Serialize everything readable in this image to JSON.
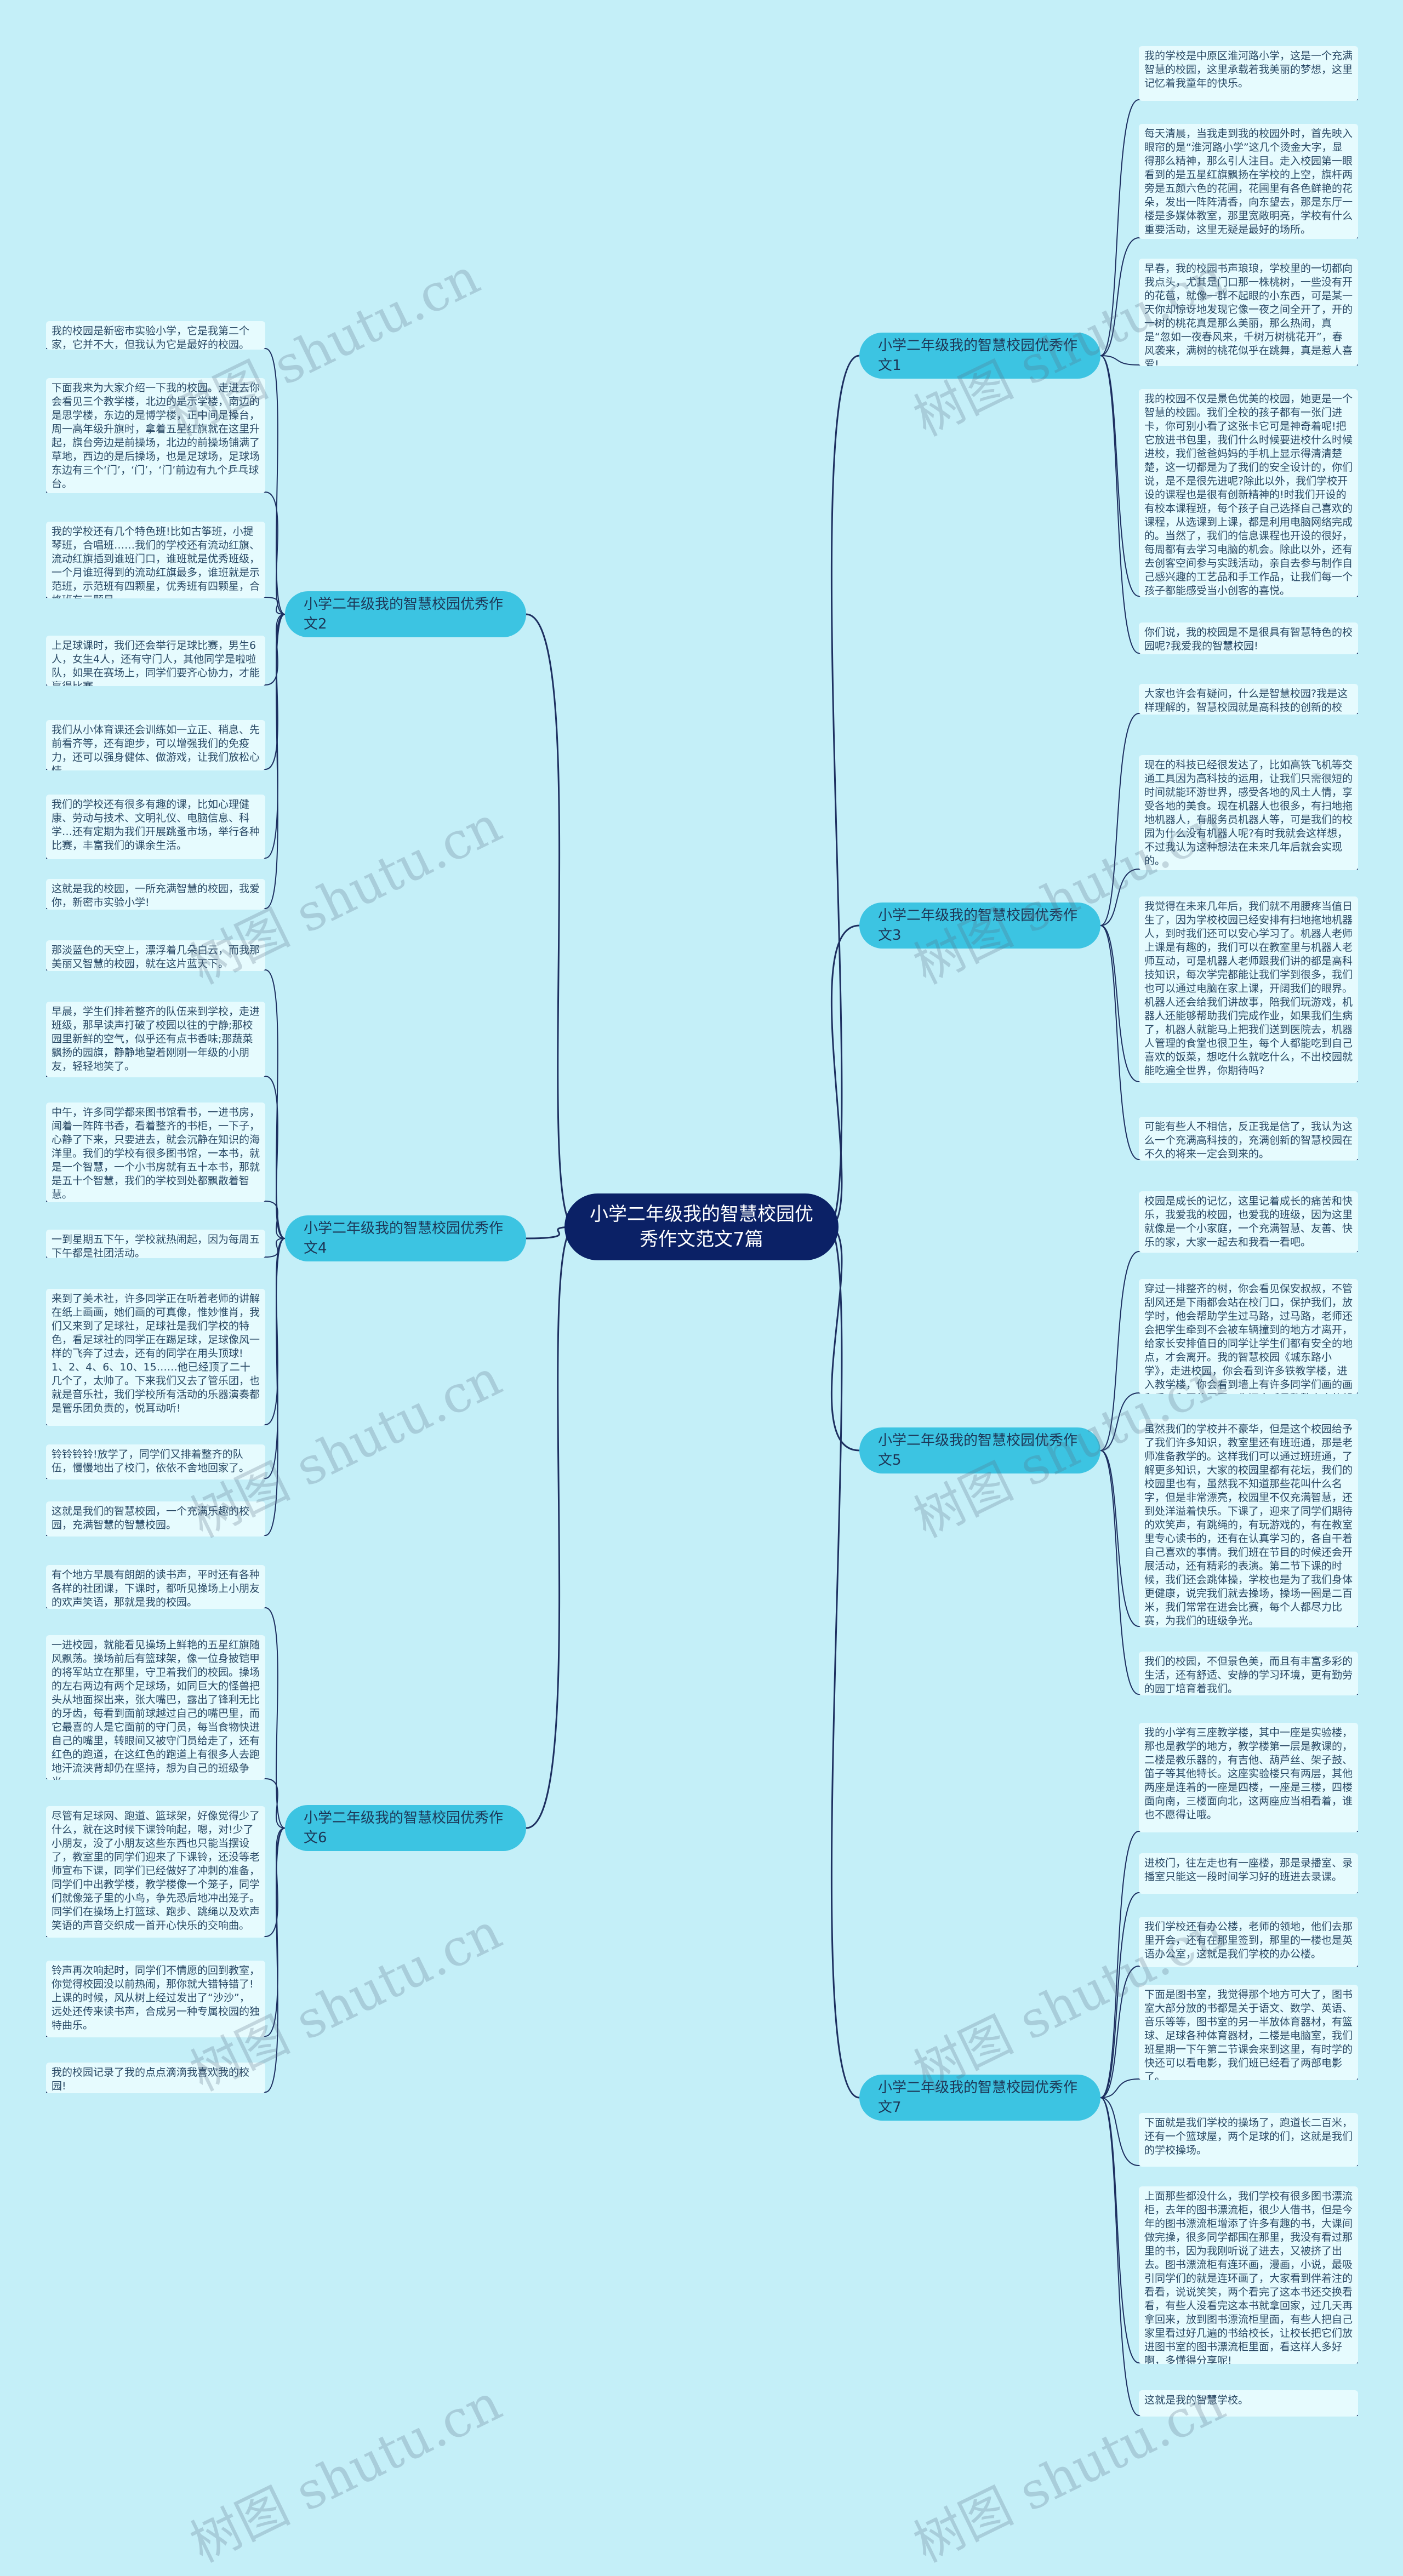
{
  "root": {
    "label": "小学二年级我的智慧校园优秀作文范文7篇"
  },
  "branches": [
    {
      "label": "小学二年级我的智慧校园优秀作文1",
      "leaves": [
        "我的学校是中原区淮河路小学，这是一个充满智慧的校园，这里承载着我美丽的梦想，这里记忆着我童年的快乐。",
        "每天清晨，当我走到我的校园外时，首先映入眼帘的是“淮河路小学”这几个烫金大字，显得那么精神，那么引人注目。走入校园第一眼看到的是五星红旗飘扬在学校的上空，旗杆两旁是五颜六色的花圃，花圃里有各色鲜艳的花朵，发出一阵阵清香，向东望去，那是东厅一楼是多媒体教室，那里宽敞明亮，学校有什么重要活动，这里无疑是最好的场所。",
        "早春，我的校园书声琅琅，学校里的一切都向我点头，尤其是门口那一株桃树，一些没有开的花苞，就像一群不起眼的小东西，可是某一天你却惊讶地发现它像一夜之间全开了，开的一树的桃花真是那么美丽，那么热闹，真是“忽如一夜春风来，千树万树桃花开”，春风袭来，满树的桃花似乎在跳舞，真是惹人喜爱!",
        "我的校园不仅是景色优美的校园，她更是一个智慧的校园。我们全校的孩子都有一张门进卡，你可别小看了这张卡它可是神奇着呢!把它放进书包里，我们什么时候要进校什么时候进校，我们爸爸妈妈的手机上显示得清清楚楚，这一切都是为了我们的安全设计的，你们说，是不是很先进呢?除此以外，我们学校开设的课程也是很有创新精神的!时我们开设的有校本课程班，每个孩子自己选择自己喜欢的课程，从选课到上课，都是利用电脑网络完成的。当然了，我们的信息课程也开设的很好，每周都有去学习电脑的机会。除此以外，还有去创客空间参与实践活动，亲自去参与制作自己感兴趣的工艺品和手工作品，让我们每一个孩子都能感受当小创客的喜悦。",
        "你们说，我的校园是不是很具有智慧特色的校园呢?我爱我的智慧校园!"
      ]
    },
    {
      "label": "小学二年级我的智慧校园优秀作文2",
      "leaves": [
        "我的校园是新密市实验小学，它是我第二个家，它并不大，但我认为它是最好的校园。",
        "下面我来为大家介绍一下我的校园。走进去你会看见三个教学楼，北边的是示学楼，南边的是思学楼，东边的是博学楼，正中间是操台，周一高年级升旗时，拿着五星红旗就在这里升起，旗台旁边是前操场，北边的前操场铺满了草地，西边的是后操场，也是足球场，足球场东边有三个‘门’，‘门’，‘门’前边有九个乒乓球台。",
        "我的学校还有几个特色班!比如古筝班，小提琴班，合唱班……我们的学校还有流动红旗、流动红旗插到谁班门口，谁班就是优秀班级，一个月谁班得到的流动红旗最多，谁班就是示范班，示范班有四颗星，优秀班有四颗星，合格班有三颗星。",
        "上足球课时，我们还会举行足球比赛，男生6人，女生4人，还有守门人，其他同学是啦啦队，如果在赛场上，同学们要齐心协力，才能赢得比赛。",
        "我们从小体育课还会训练如一立正、稍息、先前看齐等，还有跑步，可以增强我们的免疫力，还可以强身健体、做游戏，让我们放松心情。",
        "我们的学校还有很多有趣的课，比如心理健康、劳动与技术、文明礼仪、电脑信息、科学…还有定期为我们开展跳蚤市场，举行各种比赛，丰富我们的课余生活。",
        "这就是我的校园，一所充满智慧的校园，我爱你，新密市实验小学!"
      ]
    },
    {
      "label": "小学二年级我的智慧校园优秀作文3",
      "leaves": [
        "大家也许会有疑问，什么是智慧校园?我是这样理解的，智慧校园就是高科技的创新的校园。",
        "现在的科技已经很发达了，比如高铁飞机等交通工具因为高科技的运用，让我们只需很短的时间就能环游世界，感受各地的风土人情，享受各地的美食。现在机器人也很多，有扫地拖地机器人，有服务员机器人等，可是我们的校园为什么没有机器人呢?有时我就会这样想，不过我认为这种想法在未来几年后就会实现的。",
        "我觉得在未来几年后，我们就不用腰疼当值日生了，因为学校校园已经安排有扫地拖地机器人，到时我们还可以安心学习了。机器人老师上课是有趣的，我们可以在教室里与机器人老师互动，可是机器人老师跟我们讲的都是高科技知识，每次学完都能让我们学到很多，我们也可以通过电脑在家上课，开阔我们的眼界。机器人还会给我们讲故事，陪我们玩游戏，机器人还能够帮助我们完成作业，如果我们生病了，机器人就能马上把我们送到医院去，机器人管理的食堂也很卫生，每个人都能吃到自己喜欢的饭菜，想吃什么就吃什么，不出校园就能吃遍全世界，你期待吗?",
        "可能有些人不相信，反正我是信了，我认为这么一个充满高科技的，充满创新的智慧校园在不久的将来一定会到来的。"
      ]
    },
    {
      "label": "小学二年级我的智慧校园优秀作文4",
      "leaves": [
        "那淡蓝色的天空上，漂浮着几朵白云，而我那美丽又智慧的校园，就在这片蓝天下。",
        "早晨，学生们排着整齐的队伍来到学校，走进班级，那早读声打破了校园以往的宁静;那校园里新鲜的空气，似乎还有点书香味;那蔬菜飘扬的园旗，静静地望着刚刚一年级的小朋友，轻轻地笑了。",
        "中午，许多同学都来图书馆看书，一进书房，闻着一阵阵书香，看着整齐的书柜，一下子，心静了下来，只要进去，就会沉静在知识的海洋里。我们的学校有很多图书馆，一本书，就是一个智慧，一个小书房就有五十本书，那就是五十个智慧，我们的学校到处都飘散着智慧。",
        "一到星期五下午，学校就热闹起，因为每周五下午都是社团活动。",
        "来到了美术社，许多同学正在听着老师的讲解在纸上画画，她们画的可真像，惟妙惟肖，我们又来到了足球社，足球社是我们学校的特色，看足球社的同学正在踢足球，足球像风一样的飞奔了过去，还有的同学在用头顶球!1、2、4、6、10、15……他已经顶了二十几个了，太帅了。下来我们又去了管乐团，也就是音乐社，我们学校所有活动的乐器演奏都是管乐团负责的，悦耳动听!",
        "铃铃铃铃!放学了，同学们又排着整齐的队伍，慢慢地出了校门，依依不舍地回家了。",
        "这就是我们的智慧校园，一个充满乐趣的校园，充满智慧的智慧校园。"
      ]
    },
    {
      "label": "小学二年级我的智慧校园优秀作文5",
      "leaves": [
        "校园是成长的记忆，这里记着成长的痛苦和快乐，我爱我的校园，也爱我的班级，因为这里就像是一个小家庭，一个充满智慧、友善、快乐的家，大家一起去和我看一看吧。",
        "穿过一排整齐的树，你会看见保安叔叔，不管刮风还是下雨都会站在校门口，保护我们，放学时，他会帮助学生过马路，过马路，老师还会把学生牵到不会被车辆撞到的地方才离开，给家长安排值日的同学让学生们都有安全的地点，才会离开。我的智慧校园《城东路小学》，走进校园，你会看到许多铁教学楼，进入教学楼，你会看到墙上有许多同学们画的画和手工和画的图画，你还会听见整整齐齐的朗读声。",
        "虽然我们的学校并不豪华，但是这个校园给予了我们许多知识，教室里还有班班通，那是老师准备教学的。这样我们可以通过班班通，了解更多知识，大家的校园里都有花坛，我们的校园里也有，虽然我不知道那些花叫什么名字，但是非常漂亮，校园里不仅充满智慧，还到处洋溢着快乐。下课了，迎来了同学们期待的欢笑声，有跳绳的，有玩游戏的，有在教室里专心读书的，还有在认真学习的，各自干着自己喜欢的事情。我们班在节目的时候还会开展活动，还有精彩的表演。第二节下课的时候，我们还会跳体操，学校也是为了我们身体更健康，说完我们就去操场，操场一圈是二百米，我们常常在进会比赛，每个人都尽力比赛，为我们的班级争光。",
        "我们的校园，不但景色美，而且有丰富多彩的生活，还有舒适、安静的学习环境，更有勤劳的园丁培育着我们。"
      ]
    },
    {
      "label": "小学二年级我的智慧校园优秀作文6",
      "leaves": [
        "有个地方早晨有朗朗的读书声，平时还有各种各样的社团课，下课时，都听见操场上小朋友的欢声笑语，那就是我的校园。",
        "一进校园，就能看见操场上鲜艳的五星红旗随风飘荡。操场前后有篮球架，像一位身披铠甲的将军站立在那里，守卫着我们的校园。操场的左右两边有两个足球场，如同巨大的怪兽把头从地面探出来，张大嘴巴，露出了锋利无比的牙齿，每看到面前球越过自己的嘴巴里，而它最喜的人是它面前的守门员，每当食物快进自己的嘴里，转眼间又被守门员给走了，还有红色的跑道，在这红色的跑道上有很多人去跑地汗流浃背却仍在坚持，想为自己的班级争光。",
        "尽管有足球网、跑道、篮球架，好像觉得少了什么，就在这时候下课铃响起，嗯，对!少了小朋友，没了小朋友这些东西也只能当摆设了，教室里的同学们迎来了下课铃，还没等老师宣布下课，同学们已经做好了冲刺的准备，同学们中出教学楼，教学楼像一个笼子，同学们就像笼子里的小鸟，争先恐后地冲出笼子。同学们在操场上打篮球、跑步、跳绳以及欢声笑语的声音交织成一首开心快乐的交响曲。",
        "铃声再次响起时，同学们不情愿的回到教室，你觉得校园没以前热闹，那你就大错特错了!上课的时候，风从树上经过发出了“沙沙”，远处还传来读书声，合成另一种专属校园的独特曲乐。",
        "我的校园记录了我的点点滴滴我喜欢我的校园!"
      ]
    },
    {
      "label": "小学二年级我的智慧校园优秀作文7",
      "leaves": [
        "我的小学有三座教学楼，其中一座是实验楼，那也是教学的地方，教学楼第一层是教课的，二楼是教乐器的，有吉他、葫芦丝、架子鼓、笛子等其他特长。这座实验楼只有两层，其他两座是连着的一座是四楼，一座是三楼，四楼面向南，三楼面向北，这两座应当相看着，谁也不愿得让哦。",
        "进校门，往左走也有一座楼，那是录播室、录播室只能这一段时间学习好的班进去录课。",
        "我们学校还有办公楼，老师的领地，他们去那里开会，还有在那里签到，那里的一楼也是英语办公室，这就是我们学校的办公楼。",
        "下面是图书室，我觉得那个地方可大了，图书室大部分放的书都是关于语文、数学、英语、音乐等等，图书室的另一半放体育器材，有篮球、足球各种体育器材，二楼是电脑室，我们班星期一下午第二节课会来到这里，有时学的快还可以看电影，我们班已经看了两部电影了。",
        "下面就是我们学校的操场了，跑道长二百米，还有一个篮球屋，两个足球的们，这就是我们的学校操场。",
        "上面那些都没什么，我们学校有很多图书漂流柜，去年的图书漂流柜，很少人借书，但是今年的图书漂流柜增添了许多有趣的书，大课间做完操，很多同学都围在那里，我没有看过那里的书，因为我刚听说了进去，又被挤了出去。图书漂流柜有连环画，漫画，小说，最吸引同学们的就是连环画了，大家看到伴着注的看看，说说笑笑，两个看完了这本书还交换看看，有些人没看完这本书就拿回家，过几天再拿回来，放到图书漂流柜里面，有些人把自己家里看过好几遍的书给校长，让校长把它们放进图书室的图书漂流柜里面，看这样人多好啊，多懂得分享呢!",
        "这就是我的智慧学校。"
      ]
    }
  ],
  "watermark": "树图 shutu.cn",
  "colors": {
    "background": "#c4eff8",
    "root": "#0b2166",
    "branch": "#3cc4e2",
    "leaf": "#e6fbfe",
    "line": "#1d2f60"
  }
}
